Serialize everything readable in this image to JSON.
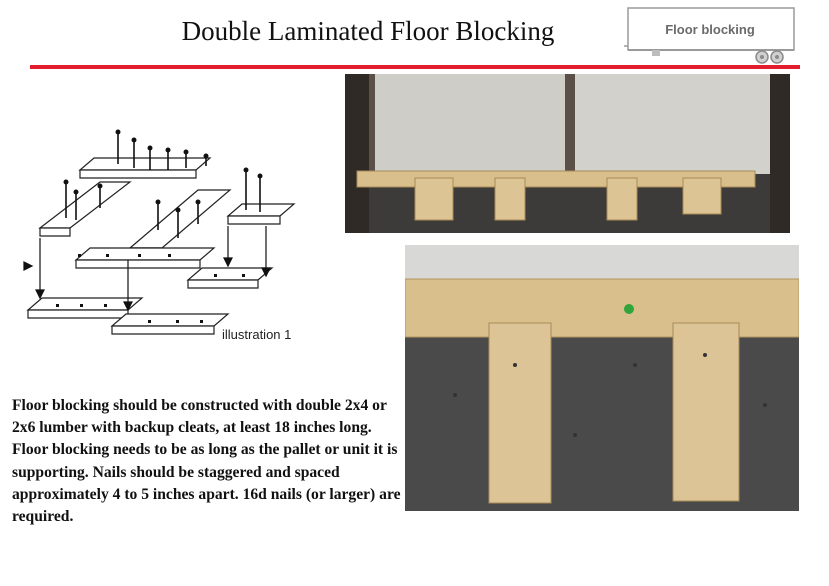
{
  "slide": {
    "title": "Double Laminated Floor Blocking",
    "badge_label": "Floor blocking",
    "illustration_caption": "illustration 1",
    "body_text": "Floor blocking should be constructed with double 2x4 or 2x6 lumber with backup cleats, at least 18 inches long.  Floor blocking needs to be as long as the pallet or unit it is supporting. Nails should be staggered and spaced approximately 4 to 5 inches apart.  16d nails (or larger) are required."
  },
  "colors": {
    "accent_rule": "#e11d2e",
    "text": "#111111",
    "badge_text": "#6b6b6b",
    "wood": "#d9bf8c",
    "floor": "#4a4a4a"
  }
}
